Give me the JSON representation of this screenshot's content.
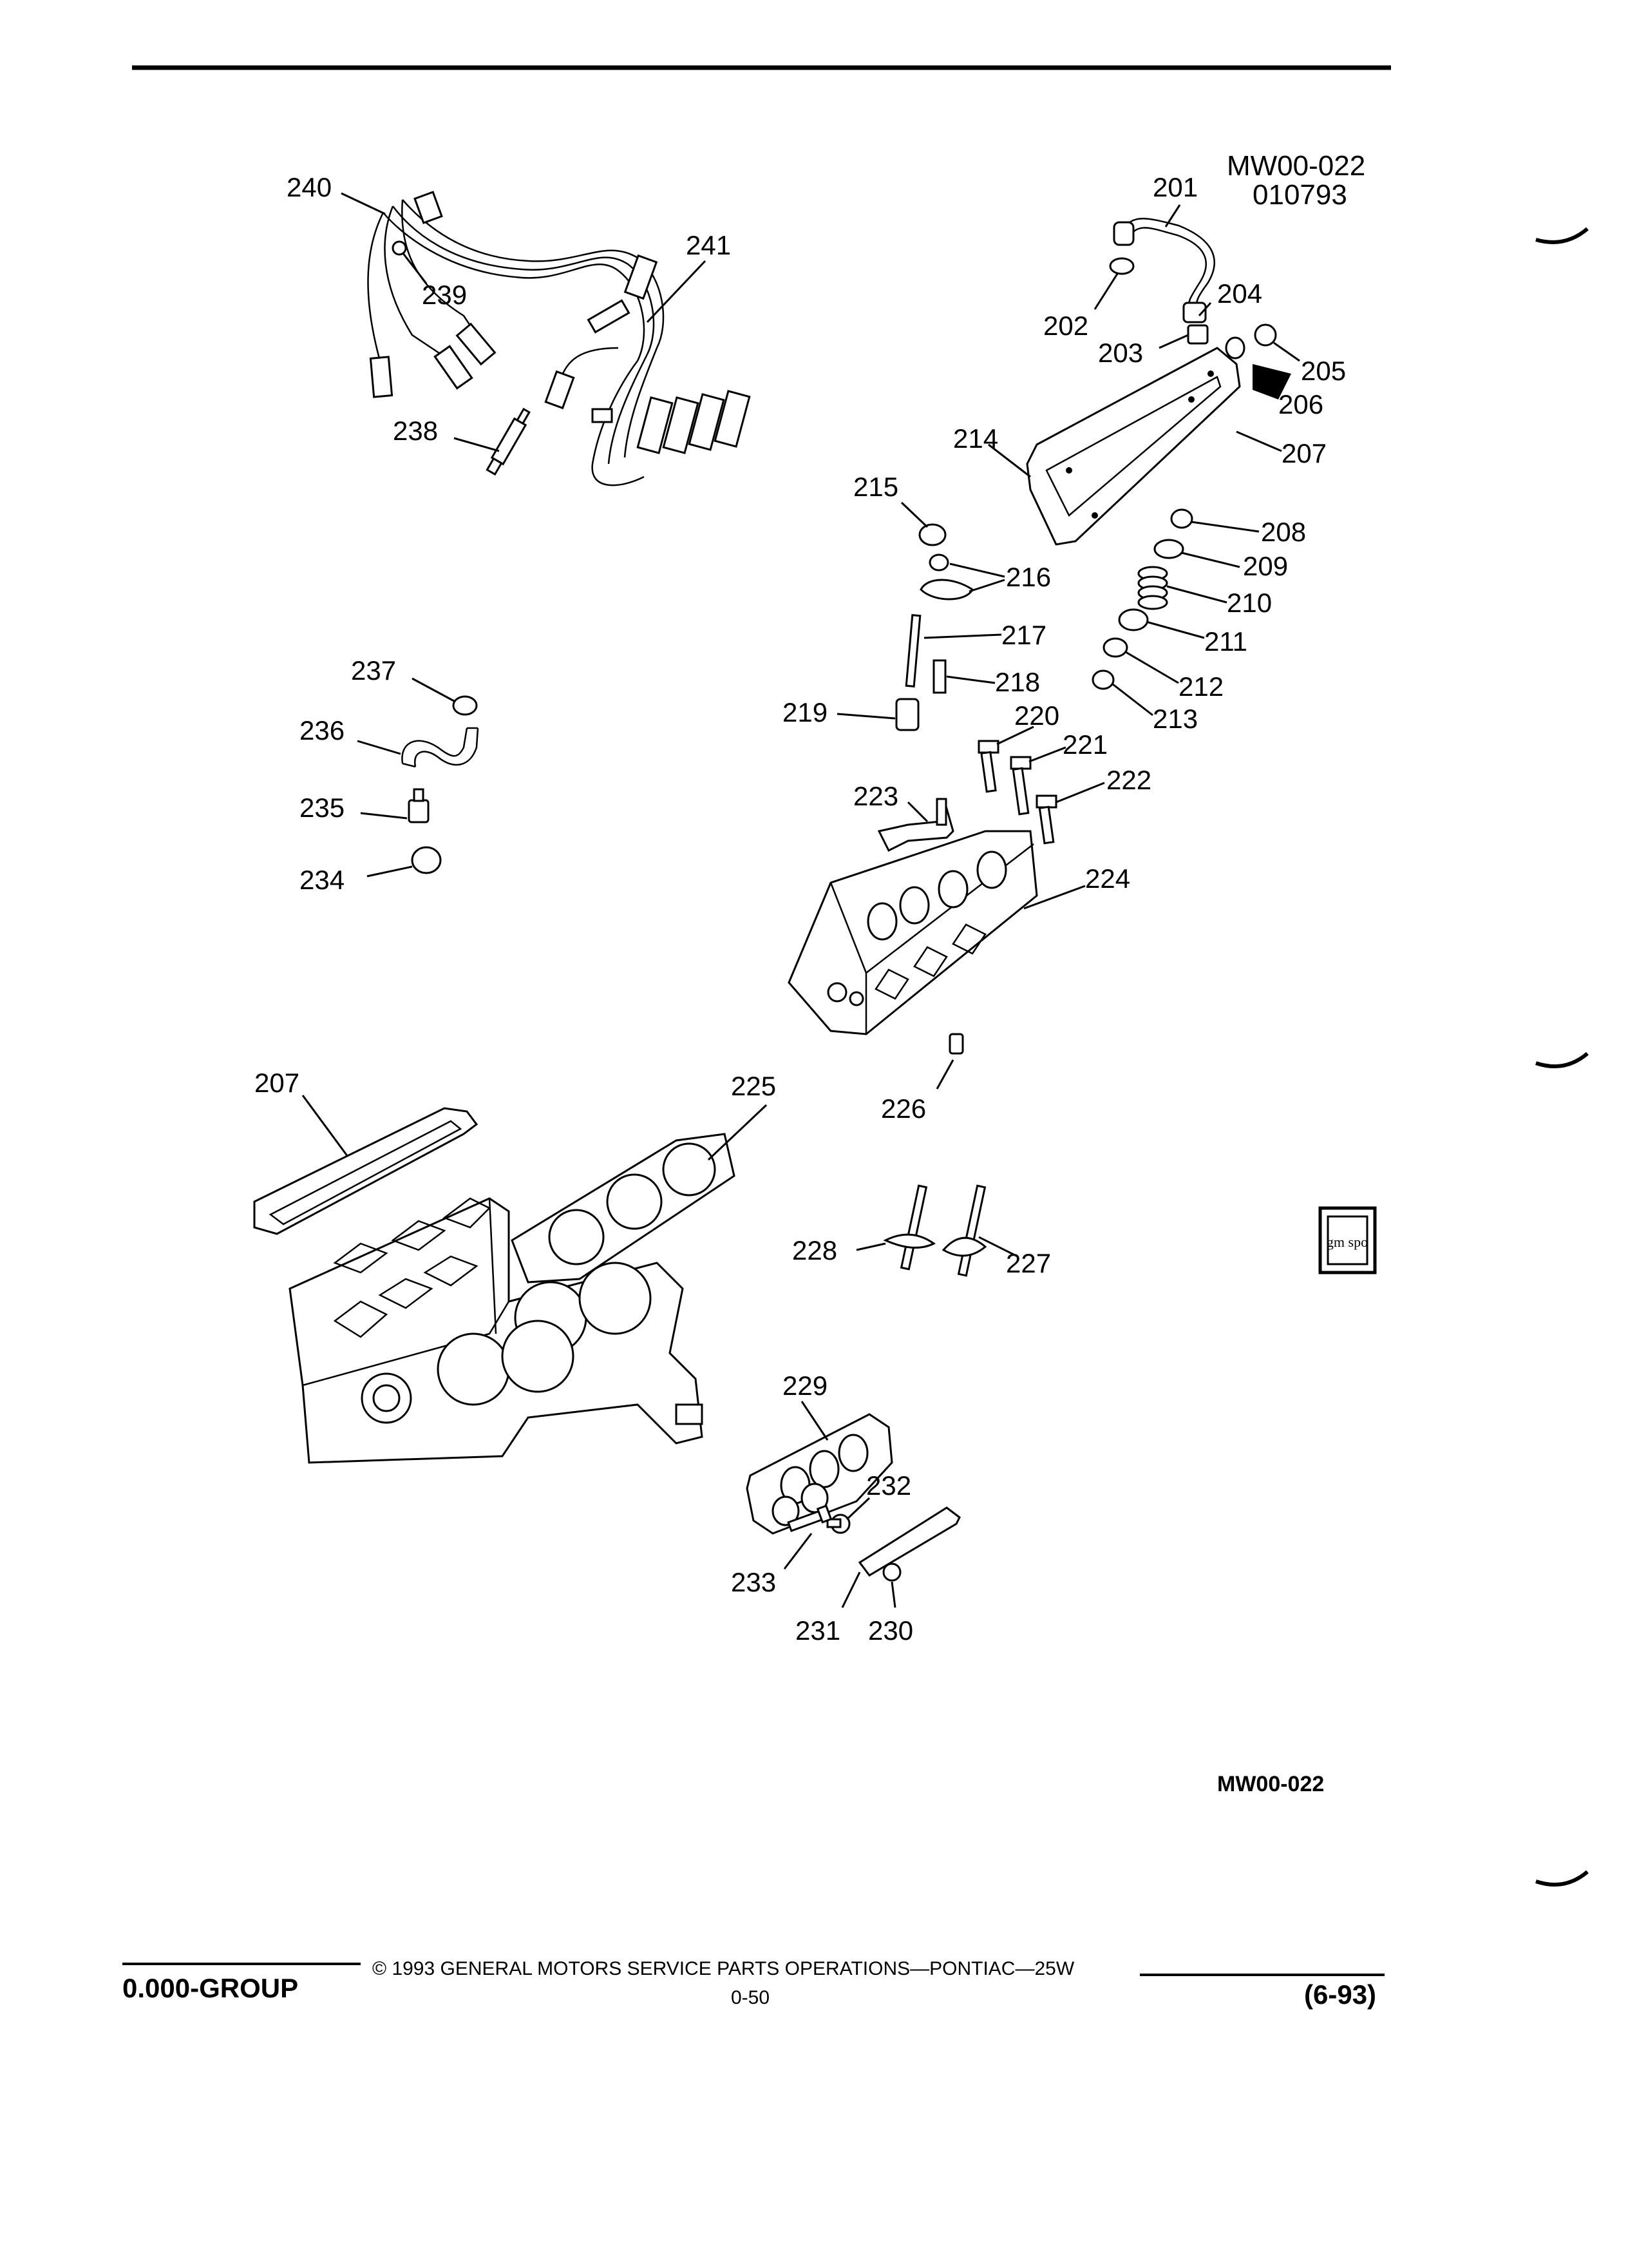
{
  "header": {
    "figure_code": "MW00-022",
    "figure_date": "010793"
  },
  "callouts": [
    {
      "id": "c201",
      "text": "201"
    },
    {
      "id": "c202",
      "text": "202"
    },
    {
      "id": "c203",
      "text": "203"
    },
    {
      "id": "c204",
      "text": "204"
    },
    {
      "id": "c205",
      "text": "205"
    },
    {
      "id": "c206",
      "text": "206"
    },
    {
      "id": "c207",
      "text": "207"
    },
    {
      "id": "c208",
      "text": "208"
    },
    {
      "id": "c209",
      "text": "209"
    },
    {
      "id": "c210",
      "text": "210"
    },
    {
      "id": "c211",
      "text": "211"
    },
    {
      "id": "c212",
      "text": "212"
    },
    {
      "id": "c213",
      "text": "213"
    },
    {
      "id": "c214",
      "text": "214"
    },
    {
      "id": "c215",
      "text": "215"
    },
    {
      "id": "c216",
      "text": "216"
    },
    {
      "id": "c217",
      "text": "217"
    },
    {
      "id": "c218",
      "text": "218"
    },
    {
      "id": "c219",
      "text": "219"
    },
    {
      "id": "c220",
      "text": "220"
    },
    {
      "id": "c221",
      "text": "221"
    },
    {
      "id": "c222",
      "text": "222"
    },
    {
      "id": "c223",
      "text": "223"
    },
    {
      "id": "c224",
      "text": "224"
    },
    {
      "id": "c225",
      "text": "225"
    },
    {
      "id": "c226",
      "text": "226"
    },
    {
      "id": "c227",
      "text": "227"
    },
    {
      "id": "c228",
      "text": "228"
    },
    {
      "id": "c229",
      "text": "229"
    },
    {
      "id": "c230",
      "text": "230"
    },
    {
      "id": "c231",
      "text": "231"
    },
    {
      "id": "c232",
      "text": "232"
    },
    {
      "id": "c233",
      "text": "233"
    },
    {
      "id": "c234",
      "text": "234"
    },
    {
      "id": "c235",
      "text": "235"
    },
    {
      "id": "c236",
      "text": "236"
    },
    {
      "id": "c237",
      "text": "237"
    },
    {
      "id": "c238",
      "text": "238"
    },
    {
      "id": "c239",
      "text": "239"
    },
    {
      "id": "c240",
      "text": "240"
    },
    {
      "id": "c241",
      "text": "241"
    },
    {
      "id": "c207b",
      "text": "207"
    }
  ],
  "illustration_ref": "MW00-022",
  "gmspo_logo": "gm spo",
  "footer": {
    "group": "0.000-GROUP",
    "copyright": "© 1993 GENERAL MOTORS SERVICE PARTS OPERATIONS—PONTIAC—25W",
    "page": "0-50",
    "date_code": "(6-93)"
  }
}
